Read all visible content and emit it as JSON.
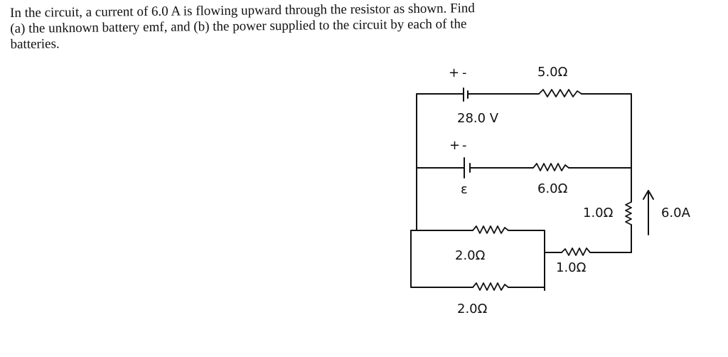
{
  "problem": {
    "line1": "In the circuit, a current of 6.0 A is flowing upward through the resistor as shown. Find",
    "line2": "(a) the unknown battery emf, and (b) the power supplied to the circuit by each of the",
    "line3": "batteries."
  },
  "circuit": {
    "battery1": {
      "polarity_plus": "+",
      "polarity_minus": "-",
      "voltage_label": "28.0 V"
    },
    "battery2": {
      "polarity_plus": "+",
      "polarity_minus": "-",
      "emf_label": "ε"
    },
    "resistors": {
      "top": "5.0Ω",
      "middle": "6.0Ω",
      "right_vertical": "1.0Ω",
      "bottom_right": "1.0Ω",
      "parallel_upper": "2.0Ω",
      "parallel_lower": "2.0Ω"
    },
    "current_label": "6.0A"
  }
}
